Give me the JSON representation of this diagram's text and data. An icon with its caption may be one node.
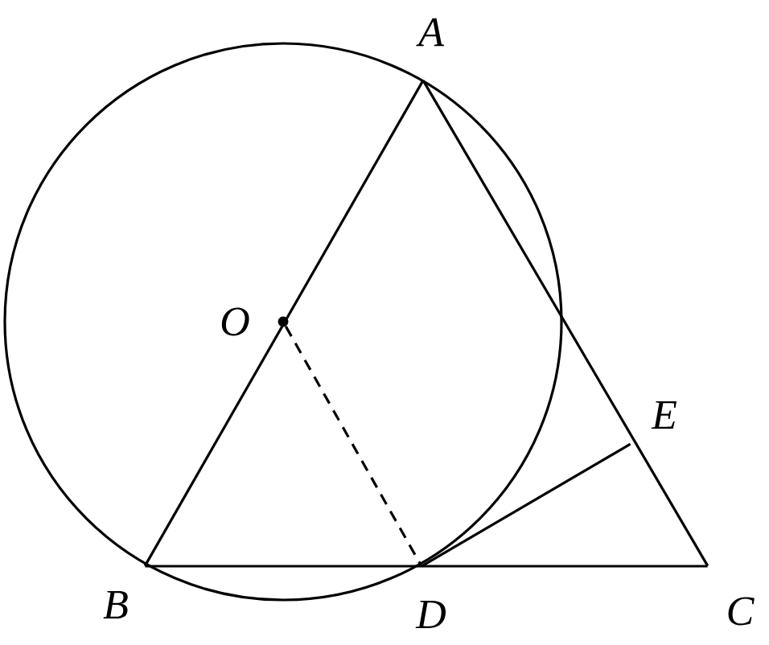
{
  "diagram": {
    "nodes": [
      {
        "text": [
          "A"
        ]
      },
      {
        "text": [
          "B"
        ]
      },
      {
        "text": [
          "C"
        ]
      },
      {
        "text": [
          "D"
        ]
      },
      {
        "text": [
          "E"
        ]
      },
      {
        "text": [
          "O"
        ]
      }
    ],
    "edges": [
      {
        "from": 0,
        "to": 1,
        "arrow": "none"
      },
      {
        "from": 0,
        "to": 2,
        "arrow": "none"
      },
      {
        "from": 1,
        "to": 2,
        "arrow": "none"
      },
      {
        "from": 5,
        "to": 3,
        "arrow": "none",
        "style": "dashed"
      },
      {
        "from": 3,
        "to": 4,
        "arrow": "none"
      }
    ]
  }
}
